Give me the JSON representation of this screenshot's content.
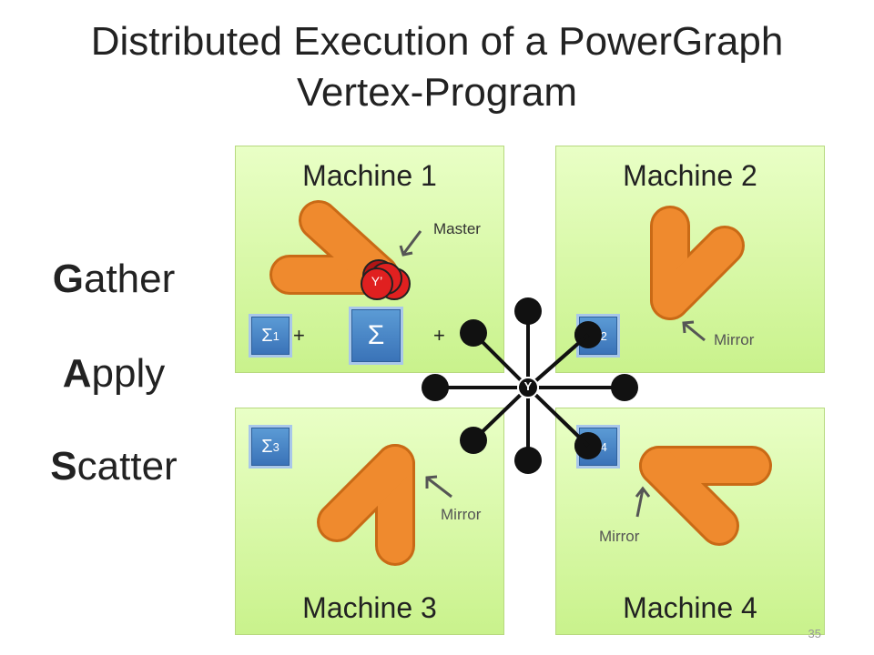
{
  "title_line1": "Distributed Execution of a PowerGraph",
  "title_line2": "Vertex-Program",
  "phases": [
    {
      "initial": "G",
      "rest": "ather"
    },
    {
      "initial": "A",
      "rest": "pply"
    },
    {
      "initial": "S",
      "rest": "catter"
    }
  ],
  "machines": [
    "Machine 1",
    "Machine 2",
    "Machine 3",
    "Machine 4"
  ],
  "labels": {
    "master": "Master",
    "mirror": "Mirror",
    "plus": "+",
    "vertex": "Y",
    "vertex_new": "Y’",
    "sigma": "Σ",
    "sigma_sub_1": "1",
    "sigma_sub_2": "2",
    "sigma_sub_3": "3",
    "sigma_sub_4": "4"
  },
  "page_number": "35",
  "colors": {
    "machine_fill": "#c9f28c",
    "edge_orange": "#ef8a2e",
    "sigma_blue": "#4a86c8",
    "vertex_red": "#e02020",
    "vertex_black": "#111111"
  }
}
